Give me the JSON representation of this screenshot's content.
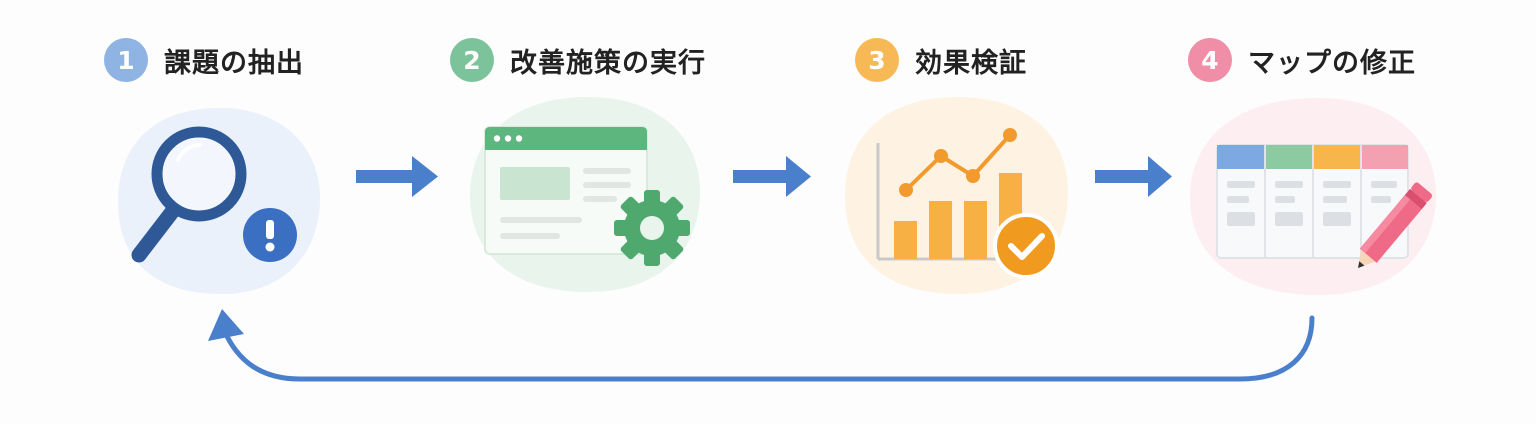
{
  "steps": [
    {
      "number": "1",
      "title": "課題の抽出",
      "color": "#8fb4e3",
      "icon": "magnifier-alert-icon"
    },
    {
      "number": "2",
      "title": "改善施策の実行",
      "color": "#7cc29a",
      "icon": "webpage-gear-icon"
    },
    {
      "number": "3",
      "title": "効果検証",
      "color": "#f7b955",
      "icon": "chart-check-icon"
    },
    {
      "number": "4",
      "title": "マップの修正",
      "color": "#ef8ea6",
      "icon": "map-board-pencil-icon"
    }
  ],
  "colors": {
    "arrow": "#4a7fcb",
    "loop": "#4a7fcb",
    "blue_bg": "#eaf1fb",
    "green_bg": "#e9f5ec",
    "orange_bg": "#fef3e2",
    "pink_bg": "#fdeef1"
  }
}
